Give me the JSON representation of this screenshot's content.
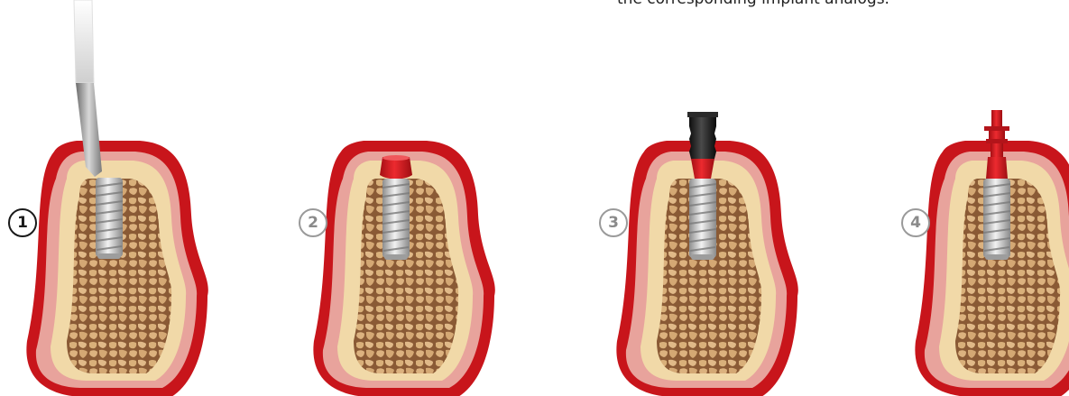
{
  "caption": "the corresponding implant analogs.",
  "steps": [
    {
      "number": "1",
      "state": "active",
      "tool": "scalpel"
    },
    {
      "number": "2",
      "state": "inactive",
      "tool": "healing-cap"
    },
    {
      "number": "3",
      "state": "inactive",
      "tool": "impression-post-black"
    },
    {
      "number": "4",
      "state": "inactive",
      "tool": "impression-post-red"
    }
  ],
  "colors": {
    "gingiva": "#c8151b",
    "mucosa": "#e8a39c",
    "bone_cortical": "#f1d9a8",
    "bone_cancellous": "#d9b07a",
    "implant": "#c9c9c9",
    "component_red": "#d71920",
    "component_black": "#1b1b1b"
  }
}
